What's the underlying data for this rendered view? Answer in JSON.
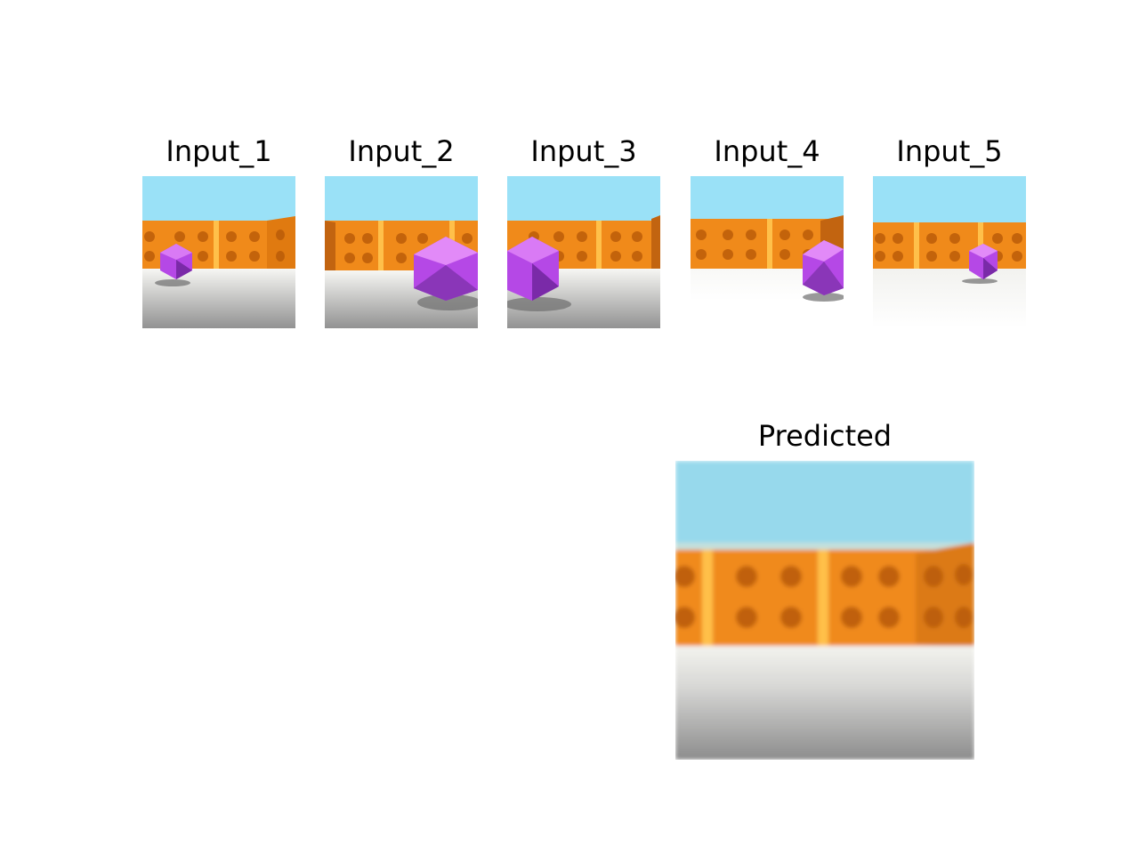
{
  "figure": {
    "inputs": [
      {
        "title": "Input_1"
      },
      {
        "title": "Input_2"
      },
      {
        "title": "Input_3"
      },
      {
        "title": "Input_4"
      },
      {
        "title": "Input_5"
      }
    ],
    "predicted": {
      "title": "Predicted"
    }
  },
  "colors": {
    "sky": "#9ae1f7",
    "sky_predicted": "#97d9ec",
    "wall": "#f08a1a",
    "wall_dark": "#b85a08",
    "wall_light": "#ffc04a",
    "floor_light": "#f5f5f2",
    "floor_dark": "#8e8e8e",
    "object": "#b548e6",
    "object_light": "#d97af5",
    "object_dark": "#7a2aa8",
    "shadow": "#6e6e6e"
  }
}
